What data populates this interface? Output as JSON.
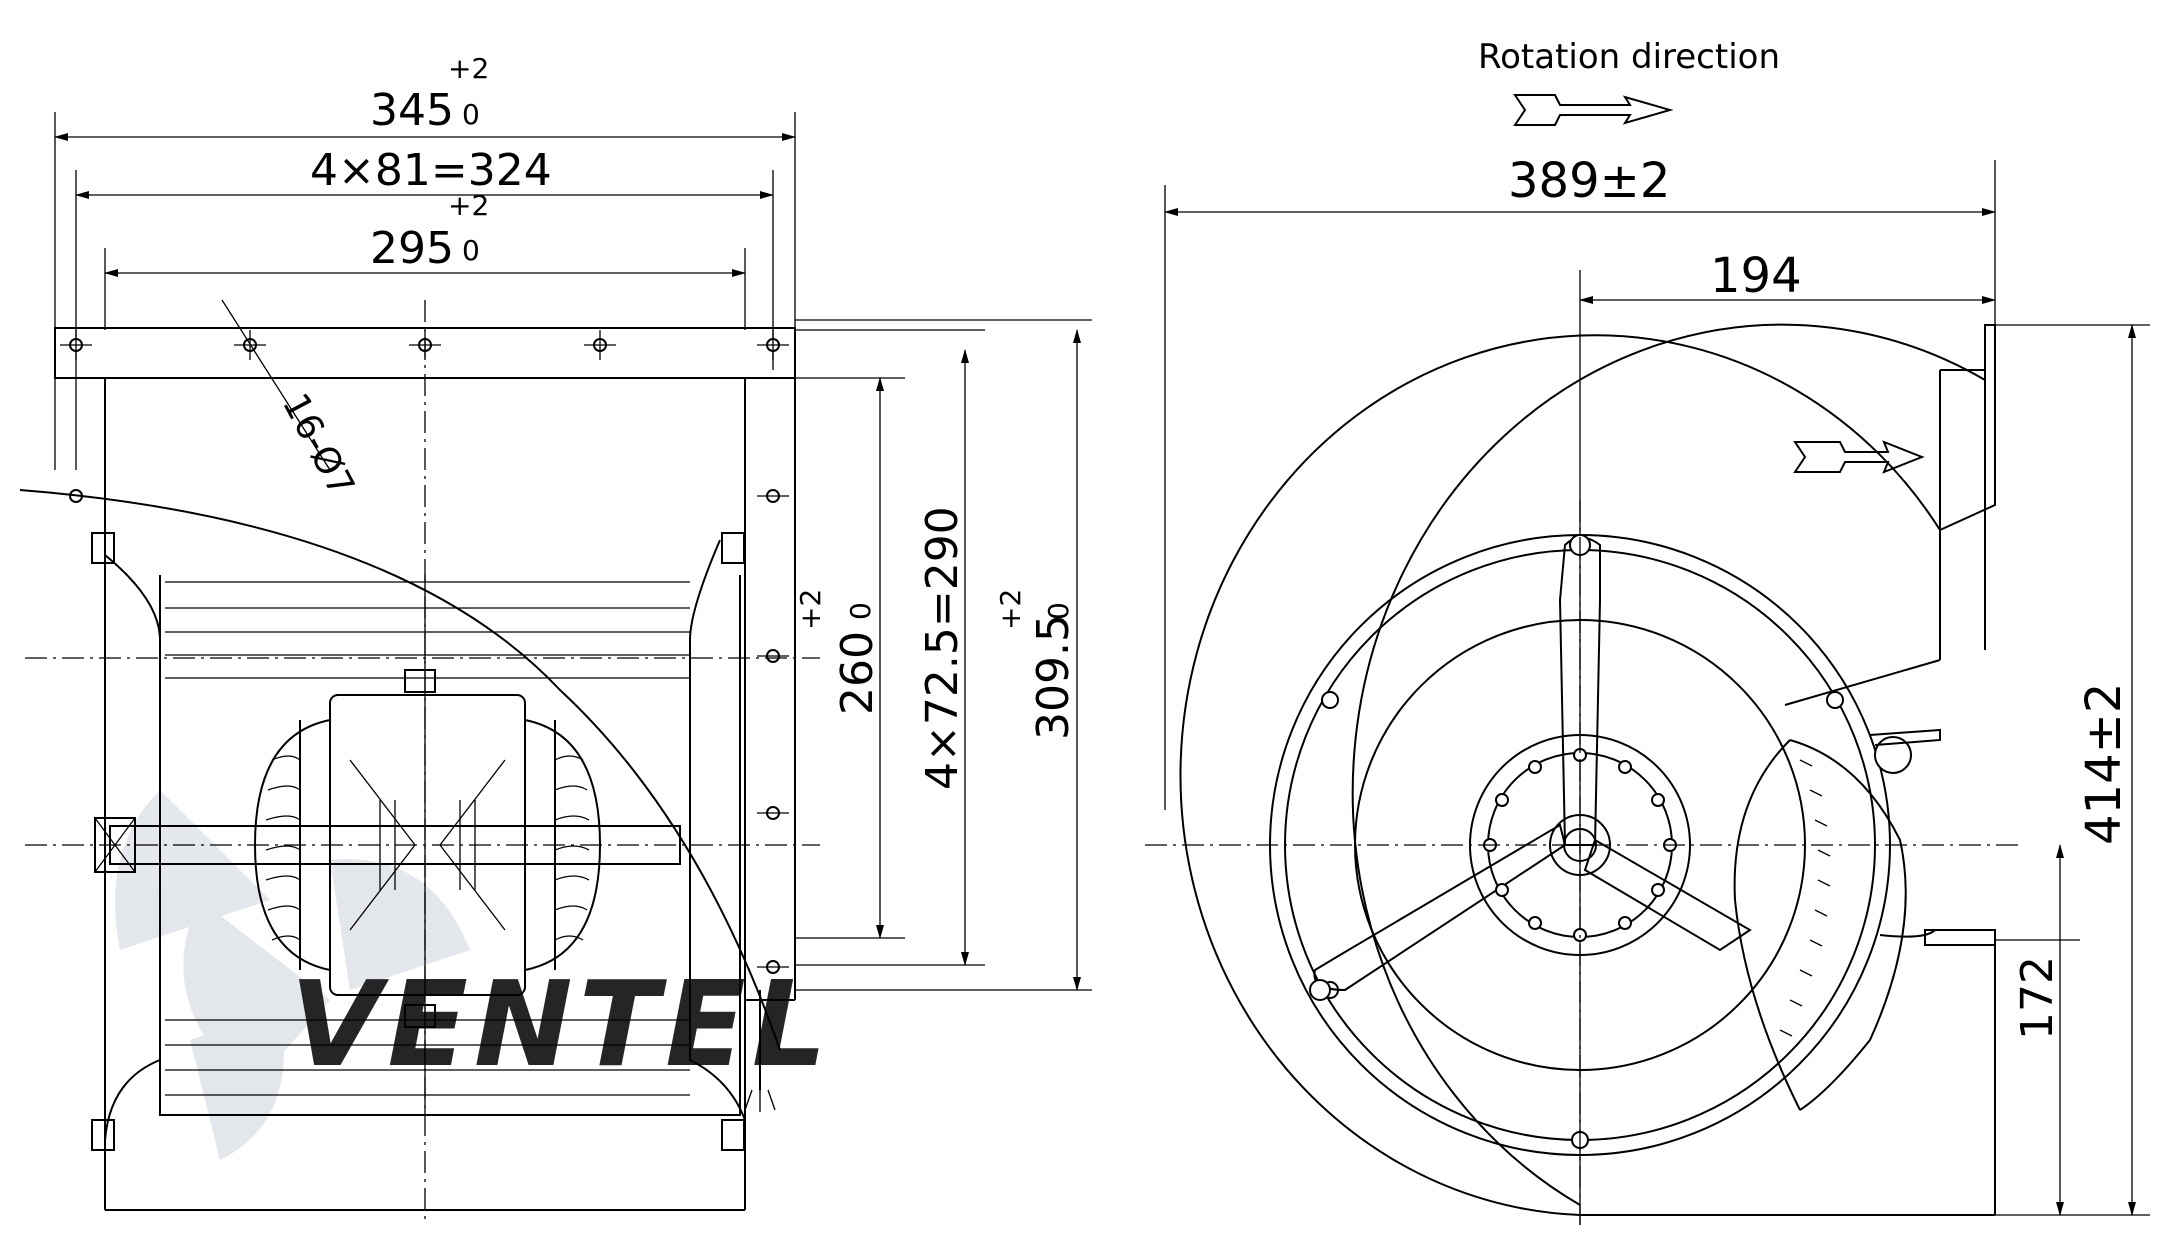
{
  "labels": {
    "rotation_direction": "Rotation direction",
    "dim_345": "345",
    "dim_345_tol_plus": "+2",
    "dim_345_tol_minus": "0",
    "dim_324": "4×81=324",
    "dim_295": "295",
    "dim_295_tol_plus": "+2",
    "dim_295_tol_minus": "0",
    "holes": "16-Ø7",
    "dim_260": "260",
    "dim_260_tol_plus": "+2",
    "dim_260_tol_minus": "0",
    "dim_290": "4×72.5=290",
    "dim_309": "309.5",
    "dim_309_tol_plus": "+2",
    "dim_309_tol_minus": "0",
    "dim_389": "389±2",
    "dim_194": "194",
    "dim_414": "414±2",
    "dim_172": "172",
    "watermark": "VENTEL"
  },
  "colors": {
    "line": "#000000",
    "watermark": "#d7dde5",
    "watermark_accent": "#bcd6ee"
  }
}
